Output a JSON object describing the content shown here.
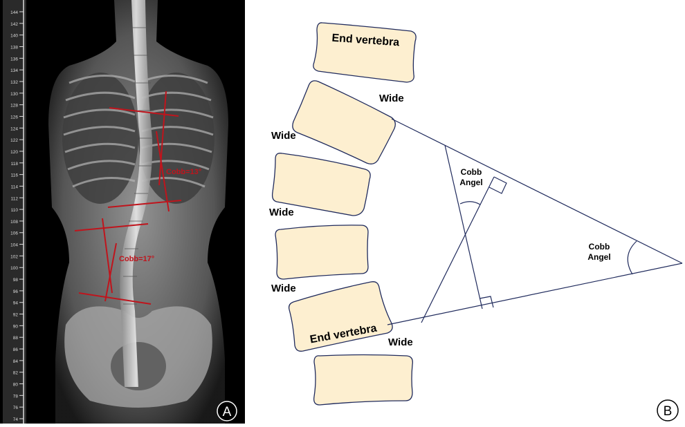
{
  "panel_a": {
    "panel_letter": "A",
    "ruler_ticks": [
      "144",
      "142",
      "140",
      "138",
      "136",
      "134",
      "132",
      "130",
      "128",
      "126",
      "124",
      "122",
      "120",
      "118",
      "116",
      "114",
      "112",
      "110",
      "108",
      "106",
      "104",
      "102",
      "100",
      "98",
      "96",
      "94",
      "92",
      "90",
      "88",
      "86",
      "84",
      "82",
      "80",
      "78",
      "76",
      "74"
    ],
    "cobb_upper": "Cobb=13°",
    "cobb_lower": "Cobb=17°",
    "annotation_color": "#c0141c"
  },
  "panel_b": {
    "panel_letter": "B",
    "end_vertebra_top": "End vertebra",
    "end_vertebra_bottom": "End vertebra",
    "wide_labels": [
      "Wide",
      "Wide",
      "Wide",
      "Wide",
      "Wide"
    ],
    "cobb_angle_inner_1": "Cobb",
    "cobb_angle_inner_2": "Angel",
    "cobb_angle_outer_1": "Cobb",
    "cobb_angle_outer_2": "Angel",
    "vertebra_fill": "#fdefd0",
    "line_color": "#1f2a5c"
  }
}
